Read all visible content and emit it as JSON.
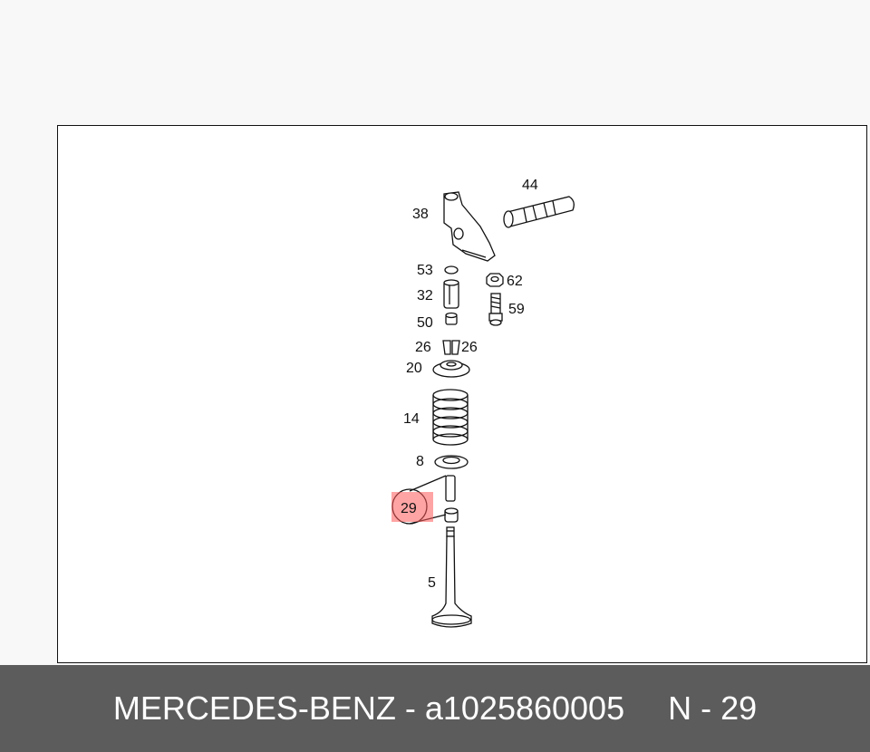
{
  "footer": {
    "brand": "MERCEDES-BENZ",
    "separator": " - ",
    "part_number": "a1025860005",
    "position": "N - 29"
  },
  "diagram": {
    "highlighted_callout": "29",
    "highlight_color": "#ff5a5a",
    "labels": {
      "p44": "44",
      "p38": "38",
      "p53": "53",
      "p62": "62",
      "p32": "32",
      "p59": "59",
      "p50": "50",
      "p26a": "26",
      "p26b": "26",
      "p20": "20",
      "p14": "14",
      "p8": "8",
      "p29": "29",
      "p5": "5"
    }
  }
}
